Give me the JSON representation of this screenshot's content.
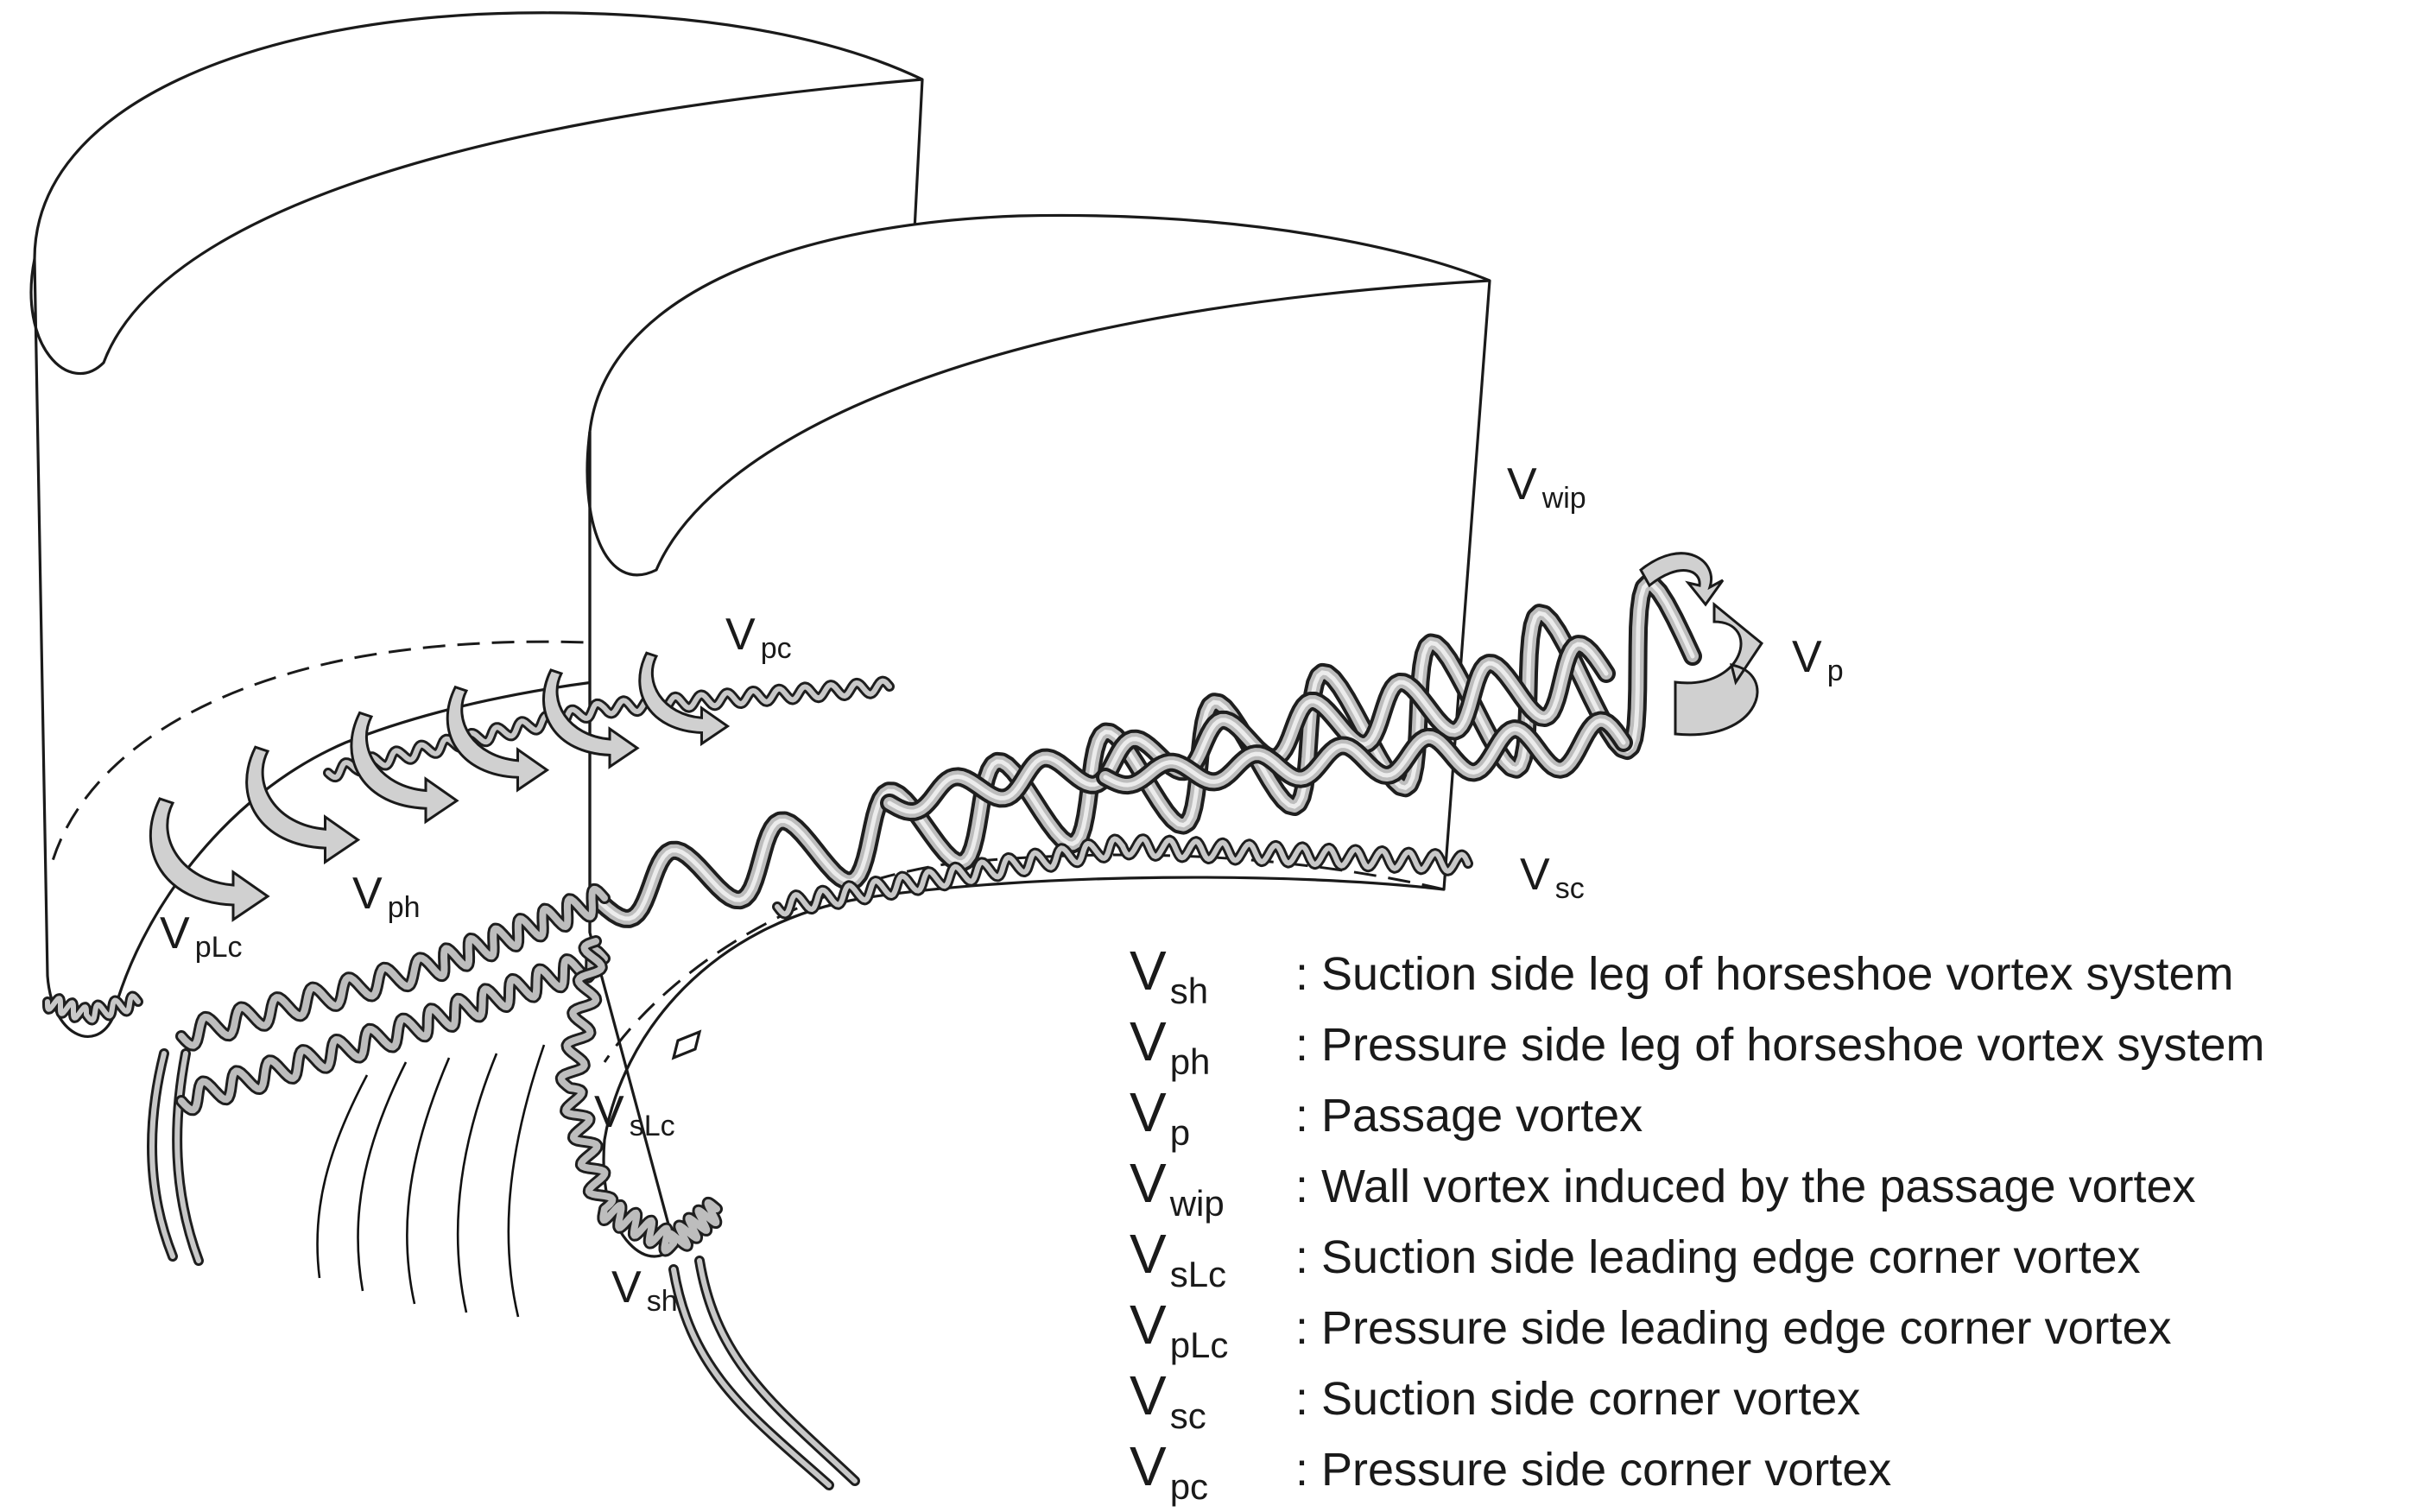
{
  "diagram": {
    "labels": [
      {
        "id": "vwip",
        "main": "V",
        "sub": "wip"
      },
      {
        "id": "vpc",
        "main": "V",
        "sub": "pc"
      },
      {
        "id": "vp",
        "main": "V",
        "sub": "p"
      },
      {
        "id": "vsc",
        "main": "V",
        "sub": "sc"
      },
      {
        "id": "vph",
        "main": "V",
        "sub": "ph"
      },
      {
        "id": "vplc",
        "main": "V",
        "sub": "pLc"
      },
      {
        "id": "vslc",
        "main": "V",
        "sub": "sLc"
      },
      {
        "id": "vsh",
        "main": "V",
        "sub": "sh"
      }
    ]
  },
  "legend": {
    "items": [
      {
        "sym": "V",
        "sub": "sh",
        "text": ":  Suction side leg of horseshoe  vortex system"
      },
      {
        "sym": "V",
        "sub": "ph",
        "text": ":  Pressure side leg of horseshoe vortex system"
      },
      {
        "sym": "V",
        "sub": "p",
        "text": ":   Passage vortex"
      },
      {
        "sym": "V",
        "sub": "wip",
        "text": ":   Wall  vortex  induced by the passage  vortex"
      },
      {
        "sym": "V",
        "sub": "sLc",
        "text": ":  Suction side leading edge corner  vortex"
      },
      {
        "sym": "V",
        "sub": "pLc",
        "text": ":  Pressure side leading edge corner  vortex"
      },
      {
        "sym": "V",
        "sub": "sc",
        "text": ":  Suction side corner vortex"
      },
      {
        "sym": "V",
        "sub": "pc",
        "text": ":   Pressure side corner  vortex"
      }
    ]
  },
  "colors": {
    "line": "#1a1a1a",
    "ribbon_dark": "#1e1e1e",
    "ribbon_light": "#bdbdbd",
    "arrow_fill": "#d0d0d0",
    "background": "#ffffff"
  }
}
